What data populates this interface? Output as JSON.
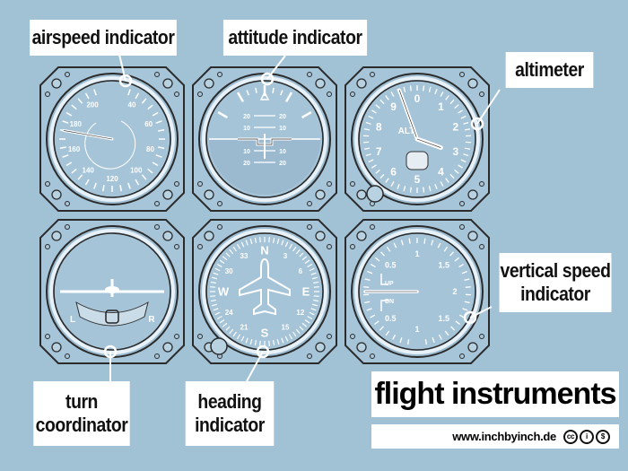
{
  "title": "flight instruments",
  "website": "www.inchbyinch.de",
  "license_icons": [
    "cc-icon",
    "by-icon",
    "nc-icon"
  ],
  "license_glyphs": [
    "cc",
    "i",
    "$"
  ],
  "labels": {
    "airspeed": "airspeed indicator",
    "attitude": "attitude indicator",
    "altimeter": "altimeter",
    "vsi": "vertical speed indicator",
    "turn": "turn coordinator",
    "heading": "heading indicator"
  },
  "gauges": {
    "airspeed": {
      "scale": [
        "40",
        "60",
        "80",
        "100",
        "120",
        "140",
        "160",
        "180",
        "200"
      ]
    },
    "attitude": {
      "pitch": [
        "20",
        "10",
        "10",
        "20"
      ]
    },
    "altimeter": {
      "scale": [
        "0",
        "1",
        "2",
        "3",
        "4",
        "5",
        "6",
        "7",
        "8",
        "9"
      ],
      "center_label": "ALT"
    },
    "turn": {
      "left": "L",
      "right": "R"
    },
    "heading": {
      "scale": [
        "N",
        "3",
        "6",
        "E",
        "12",
        "15",
        "S",
        "21",
        "24",
        "W",
        "30",
        "33"
      ]
    },
    "vsi": {
      "scale": [
        "0.5",
        "1",
        "1.5",
        "2",
        "1.5",
        "1",
        "0.5"
      ],
      "up": "UP",
      "dn": "DN"
    }
  },
  "colors": {
    "background": "#a1c1d5",
    "face": "#a6c4d8",
    "ink": "#2b2b2b",
    "label_bg": "#ffffff"
  }
}
